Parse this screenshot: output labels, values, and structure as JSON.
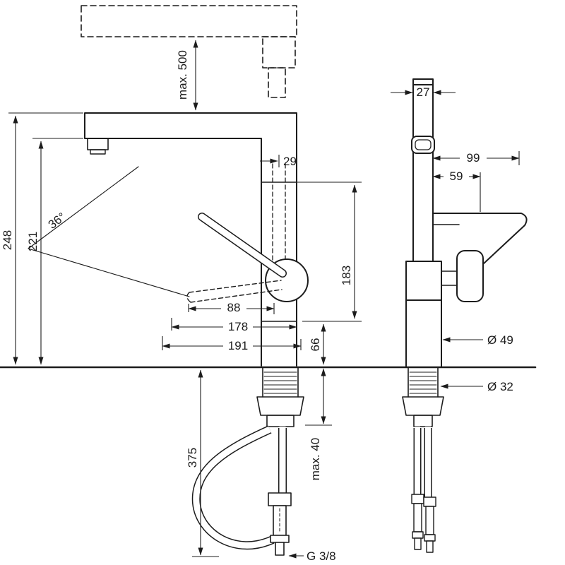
{
  "drawing": {
    "kind": "technical-dimension-drawing",
    "views": [
      "front",
      "side"
    ],
    "dims": {
      "max500": "max. 500",
      "h248": "248",
      "h221": "221",
      "a36": "36°",
      "w29": "29",
      "h183": "183",
      "w88": "88",
      "w178": "178",
      "w191": "191",
      "h66": "66",
      "h375": "375",
      "max40": "max. 40",
      "g38": "G 3/8",
      "w27": "27",
      "d99": "99",
      "d59": "59",
      "dia49": "Ø 49",
      "dia32": "Ø 32"
    }
  }
}
